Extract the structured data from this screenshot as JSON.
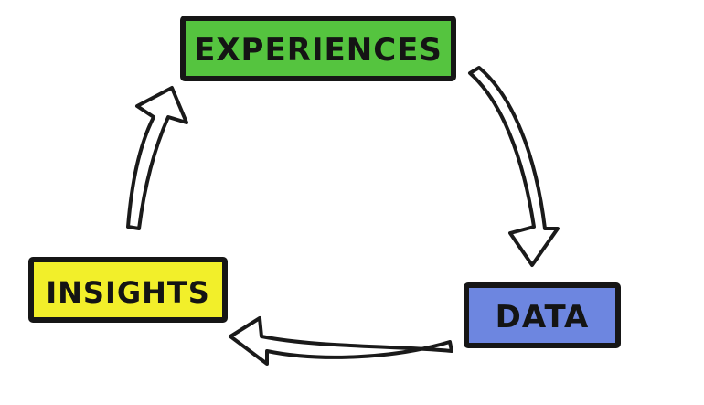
{
  "nodes": [
    {
      "id": "experiences",
      "label": "EXPERIENCES",
      "fill": "#55c43f"
    },
    {
      "id": "data",
      "label": "DATA",
      "fill": "#6d86e0"
    },
    {
      "id": "insights",
      "label": "INSIGHTS",
      "fill": "#f2ef2a"
    }
  ],
  "edges": [
    {
      "from": "experiences",
      "to": "data"
    },
    {
      "from": "data",
      "to": "insights"
    },
    {
      "from": "insights",
      "to": "experiences"
    }
  ]
}
